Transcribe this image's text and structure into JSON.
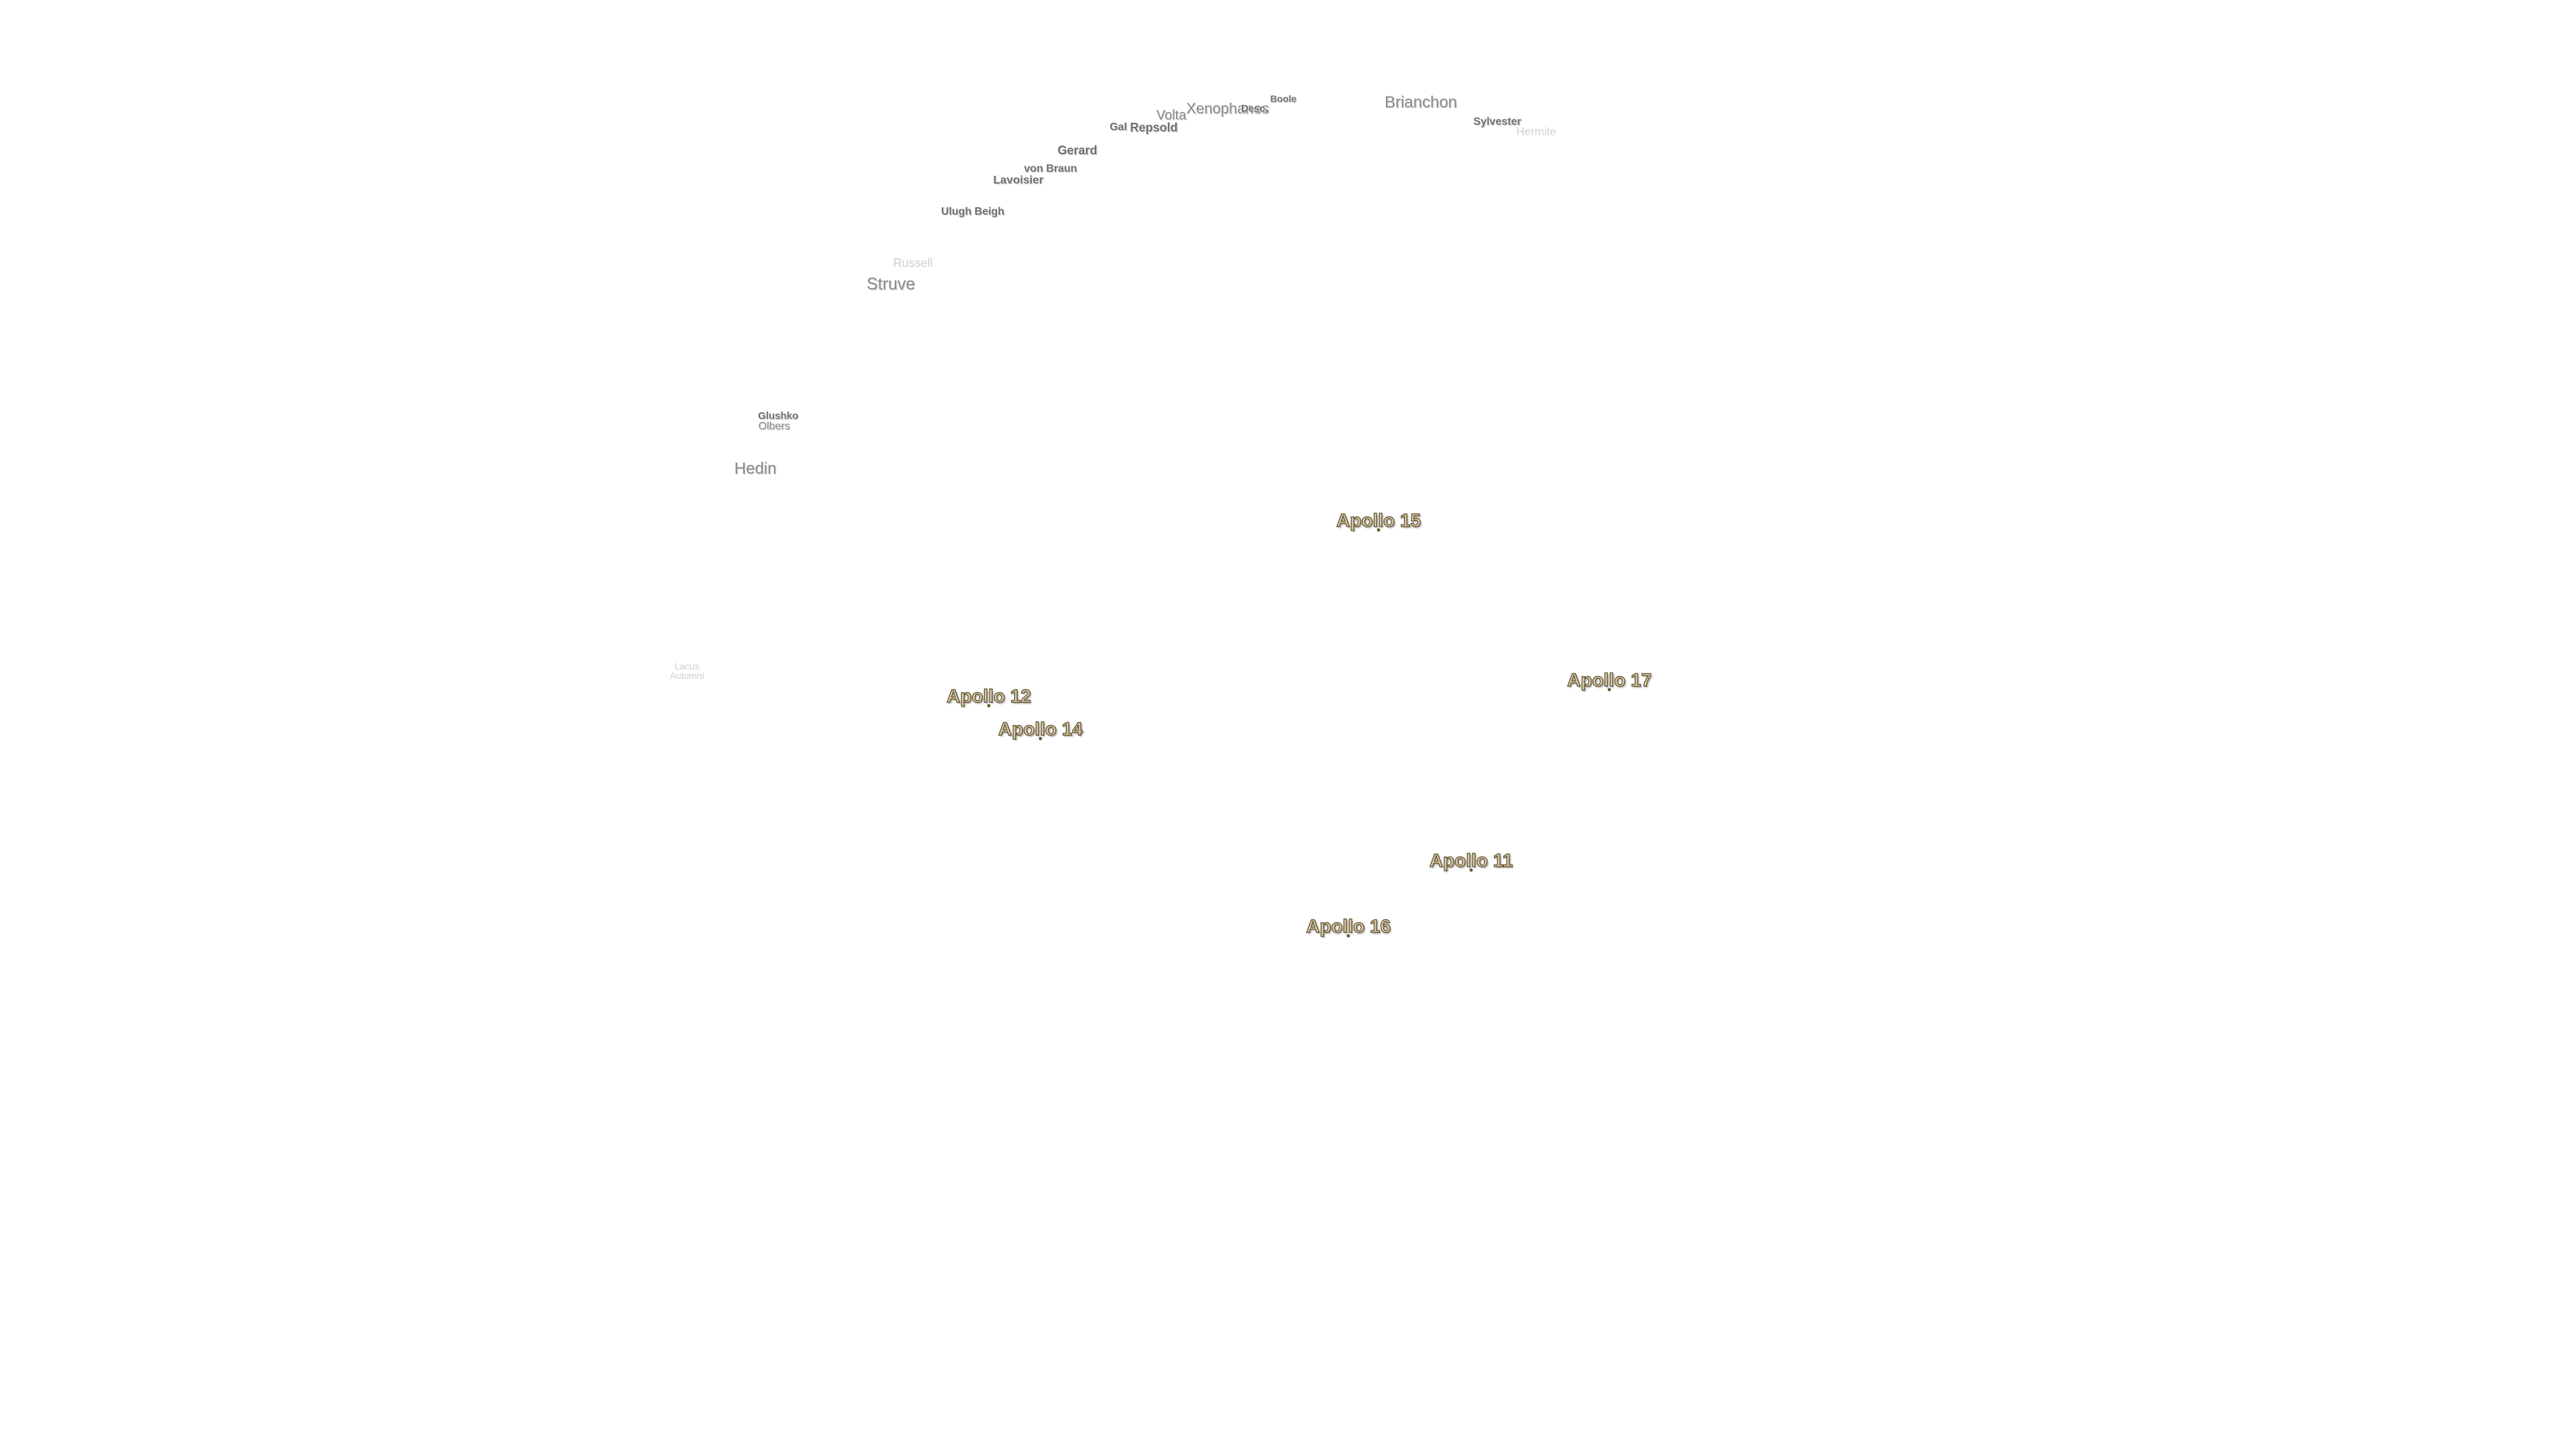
{
  "map": {
    "craters": [
      {
        "id": "boole",
        "name": "Boole"
      },
      {
        "id": "xenophanes",
        "name": "Xenophanes"
      },
      {
        "id": "dechevalier",
        "name": "Desc."
      },
      {
        "id": "volta",
        "name": "Volta"
      },
      {
        "id": "galvani",
        "name": "Gal"
      },
      {
        "id": "repsold",
        "name": "Repsold"
      },
      {
        "id": "gerard",
        "name": "Gerard"
      },
      {
        "id": "von-braun",
        "name": "von Braun"
      },
      {
        "id": "lavoisier",
        "name": "Lavoisier"
      },
      {
        "id": "ulugh-beigh",
        "name": "Ulugh Beigh"
      },
      {
        "id": "russell",
        "name": "Russell"
      },
      {
        "id": "struve",
        "name": "Struve"
      },
      {
        "id": "brianchon",
        "name": "Brianchon"
      },
      {
        "id": "sylvester",
        "name": "Sylvester"
      },
      {
        "id": "hermite",
        "name": "Hermite"
      },
      {
        "id": "glushko",
        "name": "Glushko"
      },
      {
        "id": "olbers",
        "name": "Olbers"
      },
      {
        "id": "hedin",
        "name": "Hedin"
      },
      {
        "id": "lacus-autumni",
        "name": "Lacus Autumni"
      }
    ],
    "landing_sites": [
      {
        "id": "apollo-15",
        "name": "Apollo 15"
      },
      {
        "id": "apollo-17",
        "name": "Apollo 17"
      },
      {
        "id": "apollo-12",
        "name": "Apollo 12"
      },
      {
        "id": "apollo-14",
        "name": "Apollo 14"
      },
      {
        "id": "apollo-11",
        "name": "Apollo 11"
      },
      {
        "id": "apollo-16",
        "name": "Apollo 16"
      }
    ],
    "colors": {
      "crater_label": "#8a8a8a",
      "apollo_label": "#d8c9a3",
      "apollo_outline": "#5a4a2a",
      "background": "#ffffff"
    }
  }
}
